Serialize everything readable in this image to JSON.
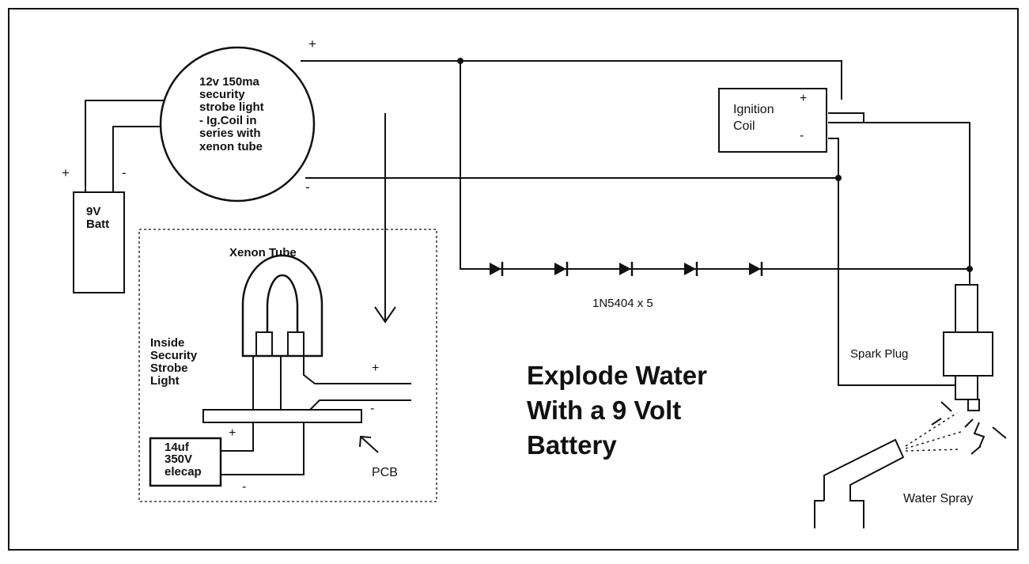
{
  "title": [
    "Explode Water",
    "With a 9 Volt",
    "Battery"
  ],
  "strobe": {
    "label": [
      "12v 150ma",
      "security",
      "strobe light",
      "- Ig.Coil in",
      "series with",
      "xenon tube"
    ],
    "plus": "+",
    "minus": "-"
  },
  "battery": {
    "label": [
      "9V",
      "Batt"
    ],
    "plus": "+",
    "minus": "-"
  },
  "ignition_coil": {
    "label": [
      "Ignition",
      "Coil"
    ],
    "plus": "+",
    "minus": "-"
  },
  "diodes": {
    "label": "1N5404 x 5",
    "count": 5
  },
  "spark_plug": {
    "label": "Spark Plug"
  },
  "water_spray": {
    "label": "Water Spray"
  },
  "inset": {
    "title": "Xenon Tube",
    "caption": [
      "Inside",
      "Security",
      "Strobe",
      "Light"
    ],
    "capacitor": [
      "14uf",
      "350V",
      "elecap"
    ],
    "cap_plus": "+",
    "cap_minus": "-",
    "lead_plus": "+",
    "lead_minus": "-",
    "pcb": "PCB"
  },
  "colors": {
    "line": "#111111",
    "background": "#ffffff"
  }
}
